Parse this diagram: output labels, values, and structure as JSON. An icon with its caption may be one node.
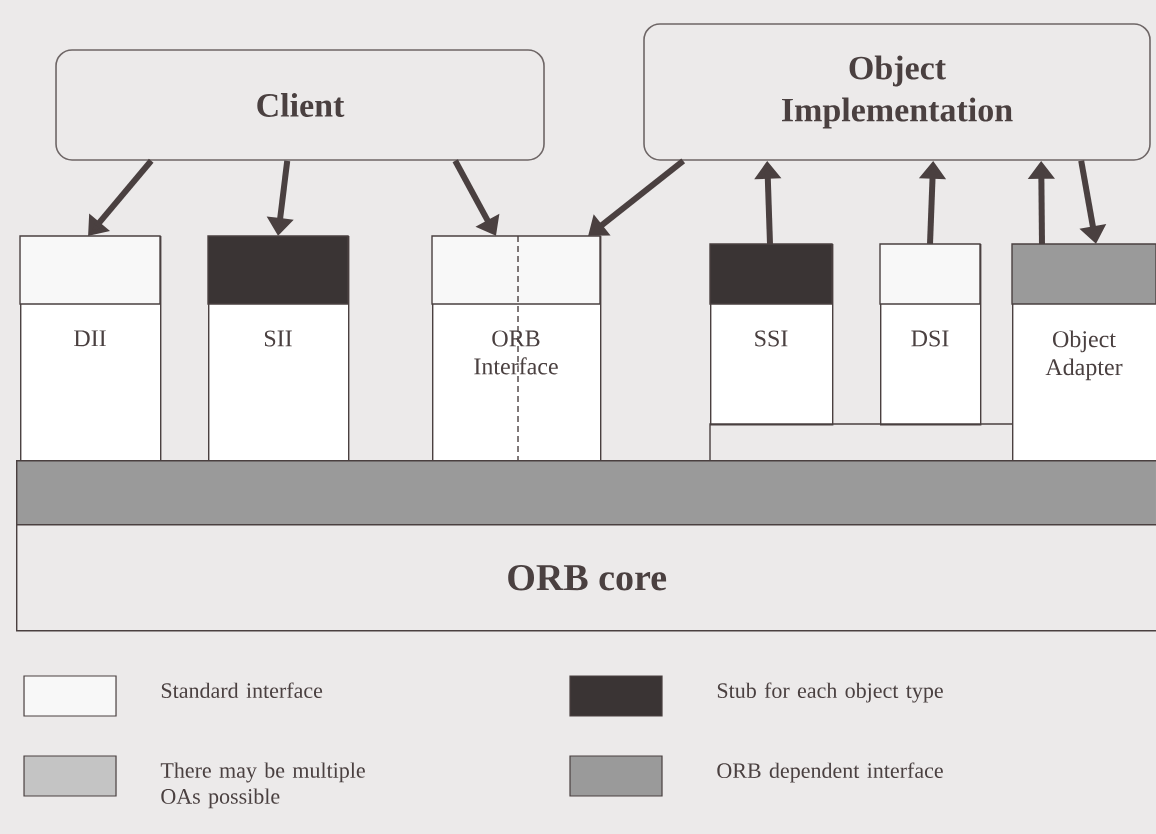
{
  "diagram": {
    "nodes": [
      {
        "text": [
          "Client"
        ]
      },
      {
        "text": [
          "Object Implementation"
        ]
      },
      {
        "text": [
          "DII"
        ]
      },
      {
        "text": [
          "SII"
        ]
      },
      {
        "text": [
          "ORB Interface"
        ]
      },
      {
        "text": [
          "SSI"
        ]
      },
      {
        "text": [
          "DSI"
        ]
      },
      {
        "text": [
          "Object Adapter"
        ]
      },
      {
        "text": [],
        "shape": "bar"
      },
      {
        "text": [
          "ORB core"
        ]
      }
    ],
    "edges": [
      {
        "from": 0,
        "to": 2,
        "arrow": "to"
      },
      {
        "from": 0,
        "to": 3,
        "arrow": "to"
      },
      {
        "from": 0,
        "to": 4,
        "arrow": "to"
      },
      {
        "from": 1,
        "to": 4,
        "arrow": "to"
      },
      {
        "from": 5,
        "to": 1,
        "arrow": "to"
      },
      {
        "from": 6,
        "to": 1,
        "arrow": "to"
      },
      {
        "from": 7,
        "to": 1,
        "arrow": "to"
      },
      {
        "from": 1,
        "to": 7,
        "arrow": "to"
      }
    ],
    "legend": [
      {
        "text": "Standard interface",
        "color": "#f8f8f8"
      },
      {
        "text": "Stub for each object type",
        "color": "#3a3434"
      },
      {
        "text": "There may be multiple OAs possible",
        "color": "#c4c4c4"
      },
      {
        "text": "ORB dependent interface",
        "color": "#9a9a9a"
      }
    ]
  }
}
